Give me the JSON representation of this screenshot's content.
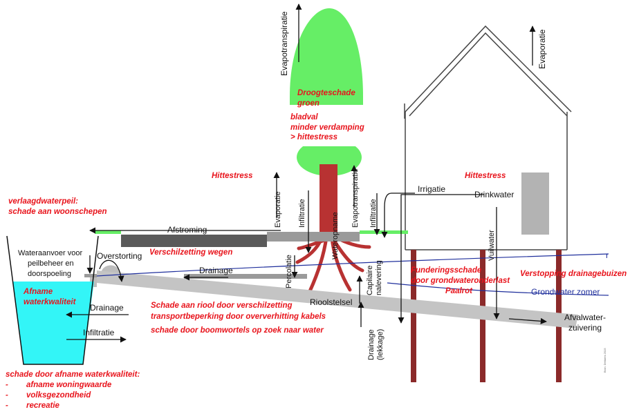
{
  "labels": {
    "evapotranspiratie_tree": "Evapotranspiratie",
    "evaporatie_roof": "Evaporatie",
    "droogteschade_1": "Droogteschade",
    "droogteschade_2": "groen",
    "bladval_1": "bladval",
    "bladval_2": "minder verdamping",
    "bladval_3": "> hittestress",
    "hittestress_left": "Hittestress",
    "hittestress_right": "Hittestress",
    "irrigatie": "Irrigatie",
    "drinkwater": "Drinkwater",
    "verlaagd_1": "verlaagdwaterpeil:",
    "verlaagd_2": "schade aan woonschepen",
    "afstroming": "Afstroming",
    "evaporatie_ground": "Evaporatie",
    "infiltratie_ground": "Infiltratie",
    "wateropname": "Wateropname",
    "evapotranspiratie_ground": "Evapotranspiratie",
    "infiltratie_right": "Infiltratie",
    "vuilwater": "Vuilwater",
    "wateraanvoer_1": "Wateraanvoer voor",
    "wateraanvoer_2": "peilbeheer en",
    "wateraanvoer_3": "doorspoeling",
    "overstorting": "Overstorting",
    "verschilzetting_wegen": "Verschilzetting wegen",
    "drainage_mid": "Drainage",
    "percolatie": "Percolatie",
    "capillaire_1": "Capilaire",
    "capillaire_2": "nalevering",
    "funderingsschade_1": "Funderingsschade",
    "funderingsschade_2": "door grondwateronderlast",
    "paalrot": "Paalrot",
    "verstopping": "Verstopping drainagebuizen",
    "grondwater_zomer": "Grondwater  zomer",
    "r_mark": "r",
    "afname_1": "Afname",
    "afname_2": "waterkwaliteit",
    "drainage_canal": "Drainage",
    "infiltratie_canal": "Infiltratie",
    "riool_1": "Schade aan riool door verschilzetting",
    "riool_2": "transportbeperking door oververhitting kabels",
    "riool_3": "schade door boomwortels op zoek naar water",
    "rioolstelsel": "Rioolstelsel",
    "drainage_lekkage_1": "Drainage",
    "drainage_lekkage_2": "(lekkage)",
    "afvalwater_1": "Afvalwater-",
    "afvalwater_2": "zuivering",
    "schade_afname_title": "schade door afname waterkwaliteit:",
    "schade_items": [
      "afname woningwaarde",
      "volksgezondheid",
      "recreatie"
    ],
    "schade_dash": "-",
    "credit": "Bron: Deltares 2015"
  },
  "colors": {
    "leaf": "#66ee66",
    "trunk": "#b83232",
    "water": "#33f5f7",
    "pipe": "#c0c0c0",
    "dark_road": "#5a5a5a",
    "road": "#9a9a9a",
    "pile": "#8b2a2a",
    "damage_text": "#e8141c",
    "groundwater_line": "#1f2f9c"
  }
}
